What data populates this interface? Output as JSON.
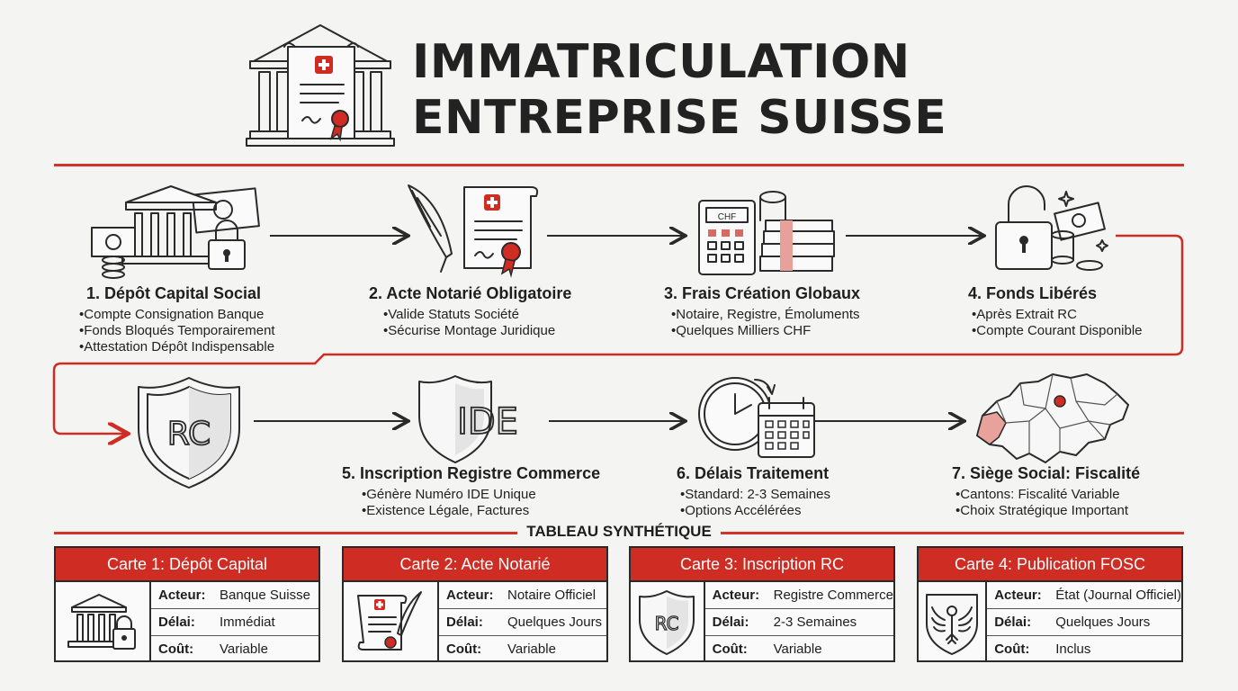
{
  "title": {
    "line1": "IMMATRICULATION",
    "line2": "ENTREPRISE SUISSE"
  },
  "steps": [
    {
      "title": "1. Dépôt Capital Social",
      "bullets": [
        "Compte Consignation Banque",
        "Fonds Bloqués Temporairement",
        "Attestation Dépôt Indispensable"
      ],
      "icon": "bank-lock-money-icon"
    },
    {
      "title": "2. Acte Notarié Obligatoire",
      "bullets": [
        "Valide Statuts Société",
        "Sécurise Montage Juridique"
      ],
      "icon": "quill-document-seal-icon"
    },
    {
      "title": "3. Frais Création Globaux",
      "bullets": [
        "Notaire, Registre, Émoluments",
        "Quelques Milliers CHF"
      ],
      "icon": "calculator-money-icon",
      "calc_label": "CHF"
    },
    {
      "title": "4. Fonds Libérés",
      "bullets": [
        "Après Extrait RC",
        "Compte Courant Disponible"
      ],
      "icon": "unlocked-padlock-coins-icon"
    },
    {
      "title": "5. Inscription Registre Commerce",
      "bullets": [
        "Génère Numéro IDE Unique",
        "Existence Légale, Factures"
      ],
      "icon": "rc-shield-icon",
      "badge": "RC"
    },
    {
      "title": "6. Délais Traitement",
      "bullets": [
        "Standard: 2-3 Semaines",
        "Options Accélérées"
      ],
      "icon": "clock-calendar-icon"
    },
    {
      "title": "7. Siège Social: Fiscalité",
      "bullets": [
        "Cantons: Fiscalité Variable",
        "Choix Stratégique Important"
      ],
      "icon": "swiss-map-icon"
    }
  ],
  "ide_badge": "IDE",
  "summary_title": "TABLEAU SYNTHÉTIQUE",
  "row_labels": {
    "actor": "Acteur:",
    "delay": "Délai:",
    "cost": "Coût:"
  },
  "cards": [
    {
      "header": "Carte 1: Dépôt Capital",
      "actor": "Banque Suisse",
      "delay": "Immédiat",
      "cost": "Variable",
      "icon": "bank-lock-icon"
    },
    {
      "header": "Carte 2: Acte Notarié",
      "actor": "Notaire Officiel",
      "delay": "Quelques Jours",
      "cost": "Variable",
      "icon": "document-quill-icon"
    },
    {
      "header": "Carte 3: Inscription RC",
      "actor": "Registre Commerce",
      "delay": "2-3 Semaines",
      "cost": "Variable",
      "icon": "rc-shield-icon",
      "badge": "RC"
    },
    {
      "header": "Carte 4: Publication FOSC",
      "actor": "État (Journal Officiel)",
      "delay": "Quelques Jours",
      "cost": "Inclus",
      "icon": "eagle-emblem-icon"
    }
  ],
  "colors": {
    "accent": "#cf2c24",
    "line": "#2a2a2a",
    "background": "#f4f4f2"
  }
}
